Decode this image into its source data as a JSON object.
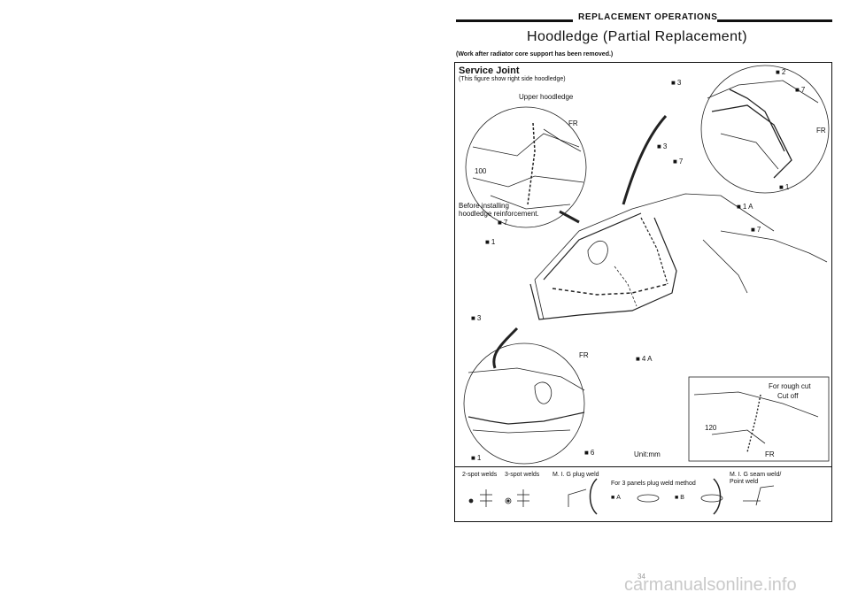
{
  "header": {
    "section": "REPLACEMENT OPERATIONS"
  },
  "page_title": "Hoodledge (Partial Replacement)",
  "note": "(Work after radiator core support has been removed.)",
  "figure": {
    "heading": "Service Joint",
    "subheading": "(This figure show right side hoodledge)",
    "callouts": {
      "upper_hoodledge": "Upper hoodledge",
      "fr": "FR",
      "dim_100": "100",
      "dim_120": "120",
      "before_installing": "Before installing",
      "hoodledge_reinforcement": "hoodledge reinforcement.",
      "rough_cut": "For rough cut",
      "cut_off": "Cut off",
      "unit": "Unit:mm",
      "n1": "1",
      "n2": "2",
      "n3": "3",
      "n6": "6",
      "n7": "7",
      "n1a": "1 A",
      "n4a": "4 A"
    }
  },
  "legend": {
    "spot2": "2-spot welds",
    "spot3": "3-spot welds",
    "mig_plug": "M. I. G plug weld",
    "three_panels": "For 3 panels plug weld method",
    "a": "A",
    "b": "B",
    "mig_seam": "M. I. G seam weld/",
    "point_weld": "Point weld"
  },
  "page_number": "34",
  "watermark": "carmanualsonline.info"
}
